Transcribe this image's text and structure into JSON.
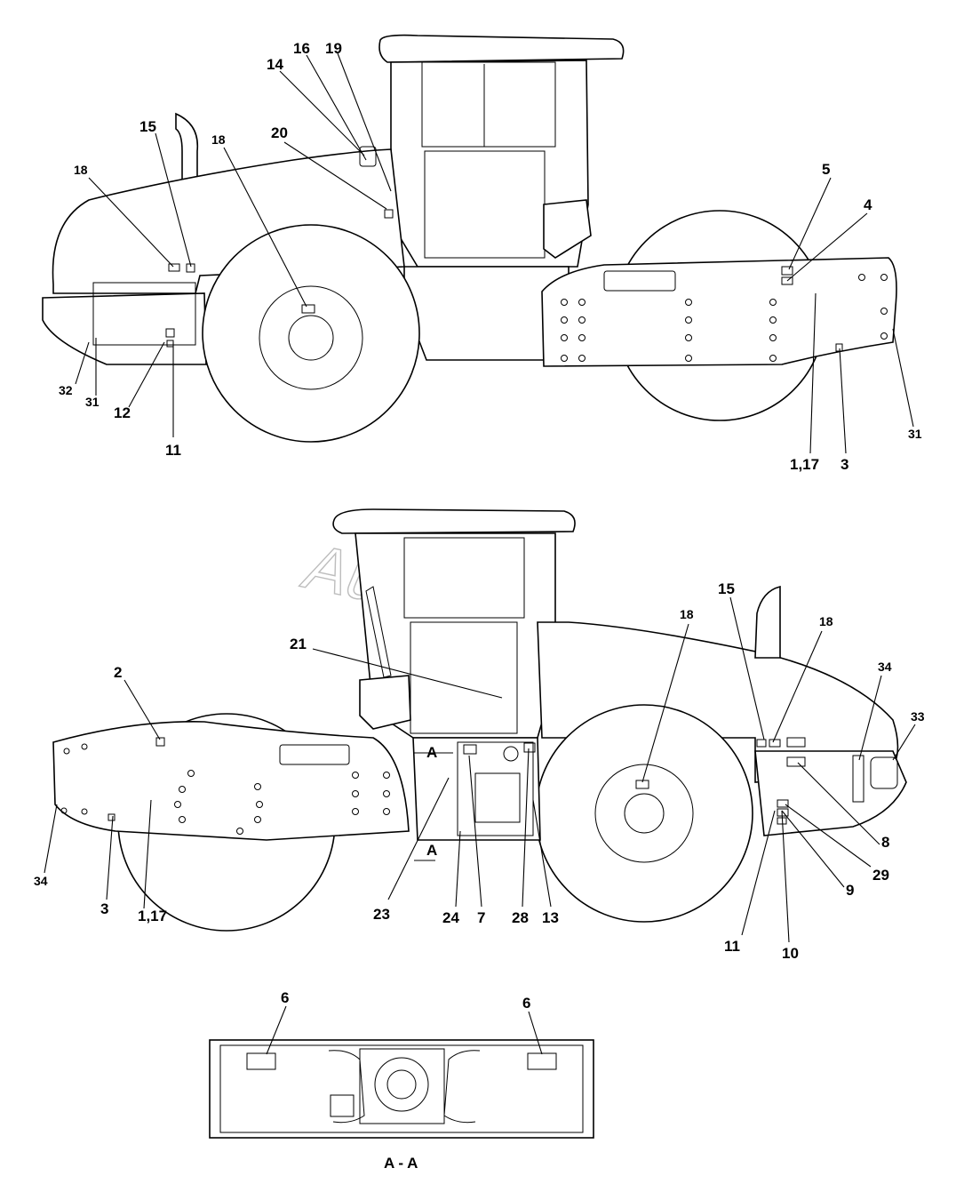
{
  "watermark": "AutoSoft",
  "section_title": "A - A",
  "section_marker": "A",
  "colors": {
    "line": "#000000",
    "watermark": "#bdbdbd",
    "background": "#ffffff"
  },
  "top_view": {
    "callouts": [
      {
        "id": "t16",
        "text": "16",
        "size": "big"
      },
      {
        "id": "t19",
        "text": "19",
        "size": "big"
      },
      {
        "id": "t14",
        "text": "14",
        "size": "big"
      },
      {
        "id": "t15",
        "text": "15",
        "size": "big"
      },
      {
        "id": "t18a",
        "text": "18",
        "size": "small"
      },
      {
        "id": "t20",
        "text": "20",
        "size": "big"
      },
      {
        "id": "t18b",
        "text": "18",
        "size": "small"
      },
      {
        "id": "t5",
        "text": "5",
        "size": "big"
      },
      {
        "id": "t4",
        "text": "4",
        "size": "big"
      },
      {
        "id": "t32",
        "text": "32",
        "size": "small"
      },
      {
        "id": "t31a",
        "text": "31",
        "size": "small"
      },
      {
        "id": "t12",
        "text": "12",
        "size": "big"
      },
      {
        "id": "t11",
        "text": "11",
        "size": "big"
      },
      {
        "id": "t31b",
        "text": "31",
        "size": "small"
      },
      {
        "id": "t117",
        "text": "1,17",
        "size": "big"
      },
      {
        "id": "t3",
        "text": "3",
        "size": "big"
      }
    ]
  },
  "bottom_view": {
    "callouts": [
      {
        "id": "b15",
        "text": "15",
        "size": "big"
      },
      {
        "id": "b18a",
        "text": "18",
        "size": "small"
      },
      {
        "id": "b18b",
        "text": "18",
        "size": "small"
      },
      {
        "id": "b34a",
        "text": "34",
        "size": "small"
      },
      {
        "id": "b33",
        "text": "33",
        "size": "small"
      },
      {
        "id": "b21",
        "text": "21",
        "size": "big"
      },
      {
        "id": "b2",
        "text": "2",
        "size": "big"
      },
      {
        "id": "b8",
        "text": "8",
        "size": "big"
      },
      {
        "id": "b29",
        "text": "29",
        "size": "big"
      },
      {
        "id": "b9",
        "text": "9",
        "size": "big"
      },
      {
        "id": "b34b",
        "text": "34",
        "size": "small"
      },
      {
        "id": "b3",
        "text": "3",
        "size": "big"
      },
      {
        "id": "b117",
        "text": "1,17",
        "size": "big"
      },
      {
        "id": "b23",
        "text": "23",
        "size": "big"
      },
      {
        "id": "b24",
        "text": "24",
        "size": "big"
      },
      {
        "id": "b7",
        "text": "7",
        "size": "big"
      },
      {
        "id": "b28",
        "text": "28",
        "size": "big"
      },
      {
        "id": "b13",
        "text": "13",
        "size": "big"
      },
      {
        "id": "b11",
        "text": "11",
        "size": "big"
      },
      {
        "id": "b10",
        "text": "10",
        "size": "big"
      }
    ]
  },
  "section_view": {
    "callouts": [
      {
        "id": "s6a",
        "text": "6",
        "size": "big"
      },
      {
        "id": "s6b",
        "text": "6",
        "size": "big"
      }
    ]
  }
}
